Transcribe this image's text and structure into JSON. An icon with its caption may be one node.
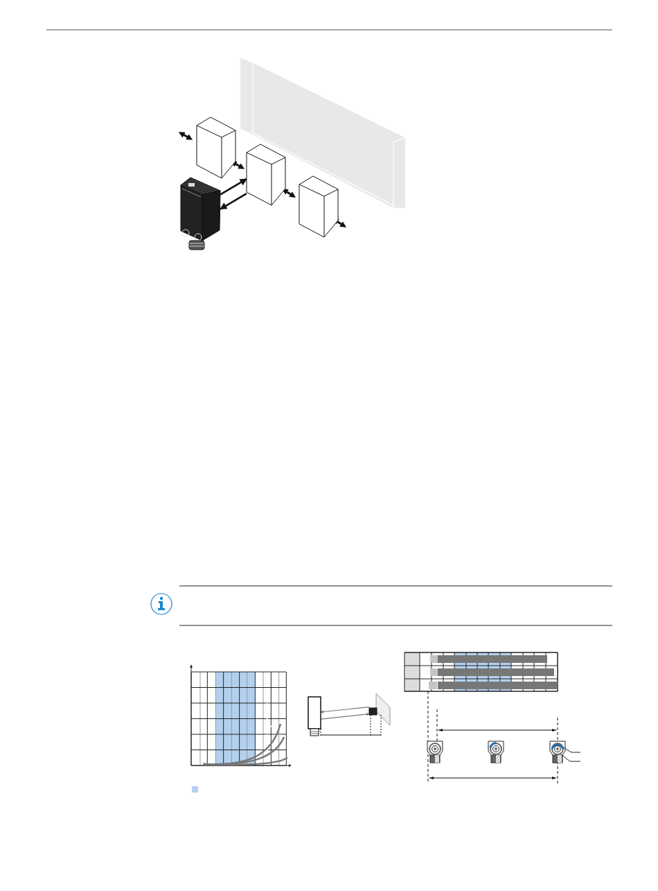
{
  "diagram": {
    "nodes": [
      {
        "text": [],
        "shape": "picture"
      },
      {
        "text": [],
        "shape": "box"
      },
      {
        "text": [],
        "shape": "box"
      },
      {
        "text": [],
        "shape": "box"
      },
      {
        "text": [],
        "shape": "box"
      },
      {
        "text": [],
        "shape": "box"
      }
    ],
    "edges": [
      {
        "from": 0,
        "to": 2,
        "arrow": "to"
      },
      {
        "from": 2,
        "to": 0,
        "arrow": "to"
      },
      {
        "from": 5,
        "to": 4,
        "arrow": "to",
        "color": "#777777"
      },
      {
        "from": 4,
        "to": 5,
        "arrow": "to",
        "color": "#777777"
      }
    ]
  }
}
